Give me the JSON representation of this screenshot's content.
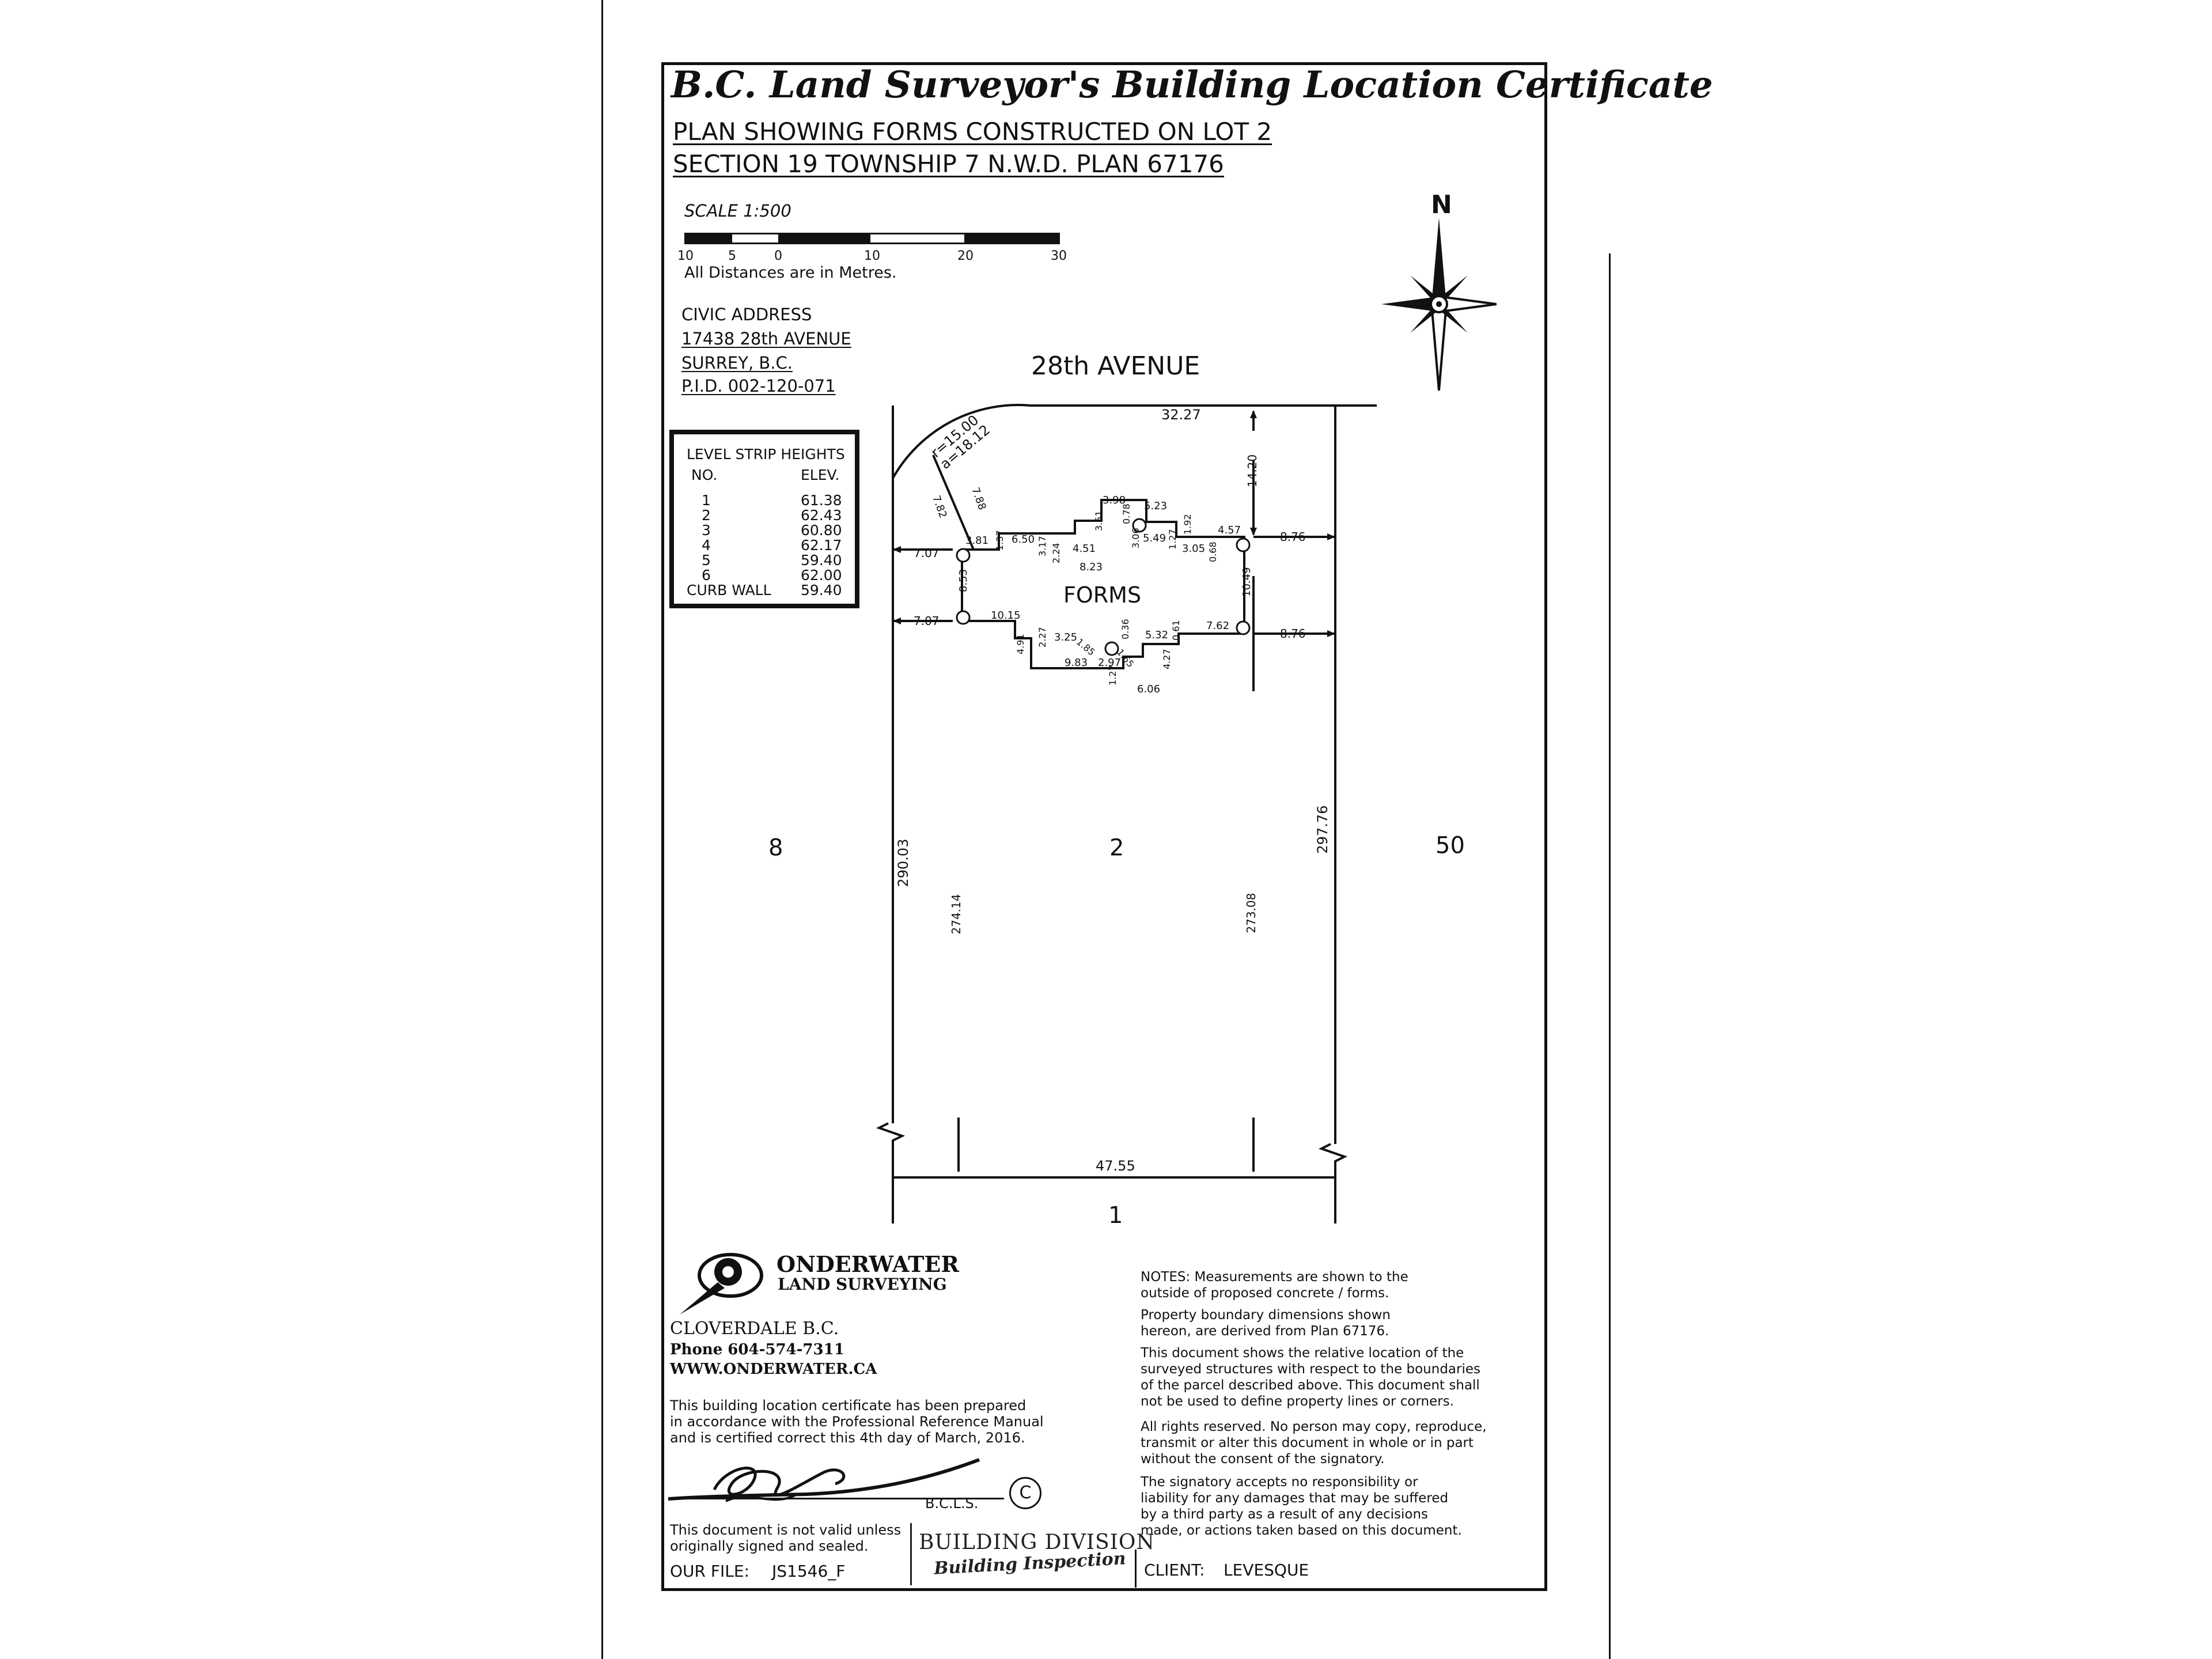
{
  "certificate": {
    "title": "B.C. Land Surveyor's Building Location Certificate",
    "subtitle_line1": "PLAN SHOWING FORMS CONSTRUCTED ON LOT 2",
    "subtitle_line2": "SECTION 19 TOWNSHIP 7 N.W.D. PLAN 67176"
  },
  "scale": {
    "label": "SCALE 1:500",
    "ticks": [
      "10",
      "5",
      "0",
      "10",
      "20",
      "30"
    ],
    "note": "All Distances are in Metres."
  },
  "address": {
    "heading": "CIVIC ADDRESS",
    "street": "17438 28th AVENUE",
    "city": "SURREY, B.C.",
    "pid": "P.I.D. 002-120-071"
  },
  "north_label": "N",
  "street_name": "28th AVENUE",
  "level_strip": {
    "title": "LEVEL STRIP HEIGHTS",
    "col_no": "NO.",
    "col_elev": "ELEV.",
    "rows": [
      {
        "no": "1",
        "elev": "61.38"
      },
      {
        "no": "2",
        "elev": "62.43"
      },
      {
        "no": "3",
        "elev": "60.80"
      },
      {
        "no": "4",
        "elev": "62.17"
      },
      {
        "no": "5",
        "elev": "59.40"
      },
      {
        "no": "6",
        "elev": "62.00"
      },
      {
        "no": "CURB WALL",
        "elev": "59.40"
      }
    ]
  },
  "lots": {
    "subject": "2",
    "west": "8",
    "east": "50",
    "south": "1"
  },
  "forms_label": "FORMS",
  "dimensions": {
    "front": "32.27",
    "rear": "47.55",
    "west_side": "290.03",
    "east_side": "297.76",
    "west_inner": "274.14",
    "east_inner": "273.08",
    "front_setback": "14.20",
    "arc_r": "r=15.00",
    "arc_a": "a=18.12",
    "d_782": "7.82",
    "d_788": "7.88",
    "west_offset_top": "7.07",
    "west_offset_bottom": "7.07",
    "east_offset_top": "8.76",
    "east_offset_bottom": "8.76",
    "depth_left": "8.53",
    "depth_right": "10.49",
    "n1": "3.81",
    "n2": "1.37",
    "n3": "6.50",
    "n4": "3.17",
    "n5": "2.24",
    "n6": "4.51",
    "n7": "8.23",
    "n8": "3.98",
    "n9": "3.51",
    "n10": "0.78",
    "n11": "5.23",
    "n12": "3.06",
    "n13": "5.49",
    "n14": "1.27",
    "n15": "1.92",
    "n16": "3.05",
    "n17": "0.68",
    "n18": "4.57",
    "s1": "10.15",
    "s2": "4.91",
    "s3": "2.27",
    "s4": "3.25",
    "s5": "1.85",
    "s6": "0.36",
    "s7": "5.32",
    "s8": "0.61",
    "s9": "7.62",
    "s10": "9.83",
    "s11": "2.97",
    "s12": "1.65",
    "s13": "4.27",
    "s14": "1.27",
    "s15": "6.06"
  },
  "company": {
    "name_line1": "ONDERWATER",
    "name_line2": "LAND SURVEYING",
    "city": "CLOVERDALE B.C.",
    "phone": "Phone 604-574-7311",
    "web": "WWW.ONDERWATER.CA"
  },
  "certification": {
    "line1": "This building location certificate has been prepared",
    "line2": "in accordance with the Professional Reference Manual",
    "line3": "and is certified correct this 4th day of March, 2016.",
    "bcls": "B.C.L.S.",
    "copyright": "C",
    "validity1": "This document is not valid unless",
    "validity2": "originally signed and sealed.",
    "file_label": "OUR FILE:",
    "file_no": "JS1546_F"
  },
  "stamp": {
    "line1": "BUILDING DIVISION",
    "line2": "Building Inspection"
  },
  "notes": {
    "n1a": "NOTES: Measurements are shown to the",
    "n1b": "outside of proposed concrete / forms.",
    "n2a": "Property boundary dimensions shown",
    "n2b": "hereon, are derived from Plan 67176.",
    "n3a": "This document shows the relative location of the",
    "n3b": "surveyed structures with respect to the boundaries",
    "n3c": "of the parcel described above. This document shall",
    "n3d": "not be used to define property lines or corners.",
    "n4a": "All rights reserved. No person may copy, reproduce,",
    "n4b": "transmit or alter this document in whole or in part",
    "n4c": "without  the consent of the signatory.",
    "n5a": "The signatory accepts no responsibility or",
    "n5b": "liability for any damages that may be suffered",
    "n5c": "by a third party as a result of any decisions",
    "n5d": "made, or actions taken based on this document.",
    "client_label": "CLIENT:",
    "client_name": "LEVESQUE"
  }
}
